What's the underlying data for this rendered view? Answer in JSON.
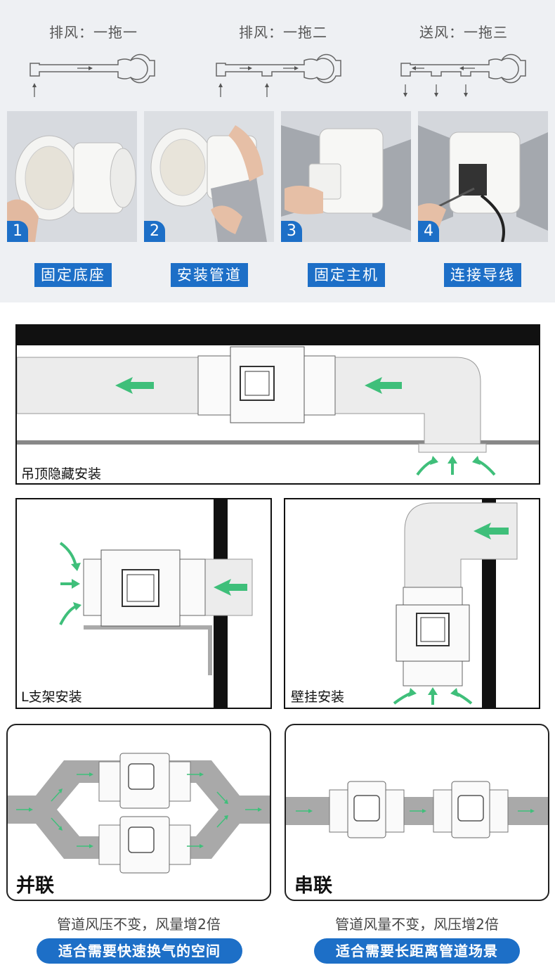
{
  "top": {
    "diagrams": [
      {
        "title": "排风：一拖一"
      },
      {
        "title": "排风：一拖二"
      },
      {
        "title": "送风：一拖三"
      }
    ],
    "steps": [
      {
        "num": "1",
        "label": "固定底座"
      },
      {
        "num": "2",
        "label": "安装管道"
      },
      {
        "num": "3",
        "label": "固定主机"
      },
      {
        "num": "4",
        "label": "连接导线"
      }
    ]
  },
  "install": {
    "ceiling": {
      "label": "吊顶隐藏安装"
    },
    "bracket": {
      "label": "L支架安装"
    },
    "wall": {
      "label": "壁挂安装"
    }
  },
  "connection": {
    "parallel": {
      "label": "并联",
      "caption": "管道风压不变，风量增2倍",
      "pill": "适合需要快速换气的空间"
    },
    "series": {
      "label": "串联",
      "caption": "管道风量不变，风压增2倍",
      "pill": "适合需要长距离管道场景"
    }
  },
  "colors": {
    "accent": "#1d6fc7",
    "arrow_green": "#3fbf7a"
  }
}
